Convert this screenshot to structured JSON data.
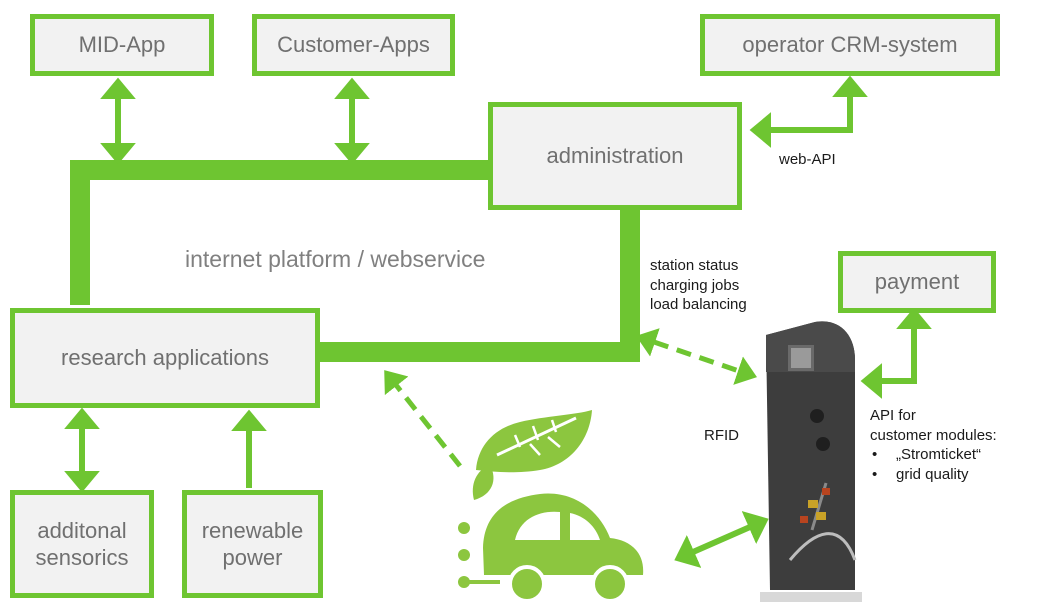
{
  "nodes": {
    "mid_app": "MID-App",
    "customer_apps": "Customer-Apps",
    "operator_crm": "operator CRM-system",
    "administration": "administration",
    "platform": "internet platform / webservice",
    "research": "research applications",
    "payment": "payment",
    "sensorics_line1": "additonal",
    "sensorics_line2": "sensorics",
    "renewable_line1": "renewable",
    "renewable_line2": "power"
  },
  "labels": {
    "web_api": "web-API",
    "status_line1": "station status",
    "status_line2": "charging jobs",
    "status_line3": "load balancing",
    "rfid": "RFID",
    "api_line1": "API for",
    "api_line2": "customer modules:",
    "api_bullets": [
      "„Stromticket“",
      "grid quality"
    ]
  },
  "colors": {
    "green": "#6ec531",
    "box_fill": "#f2f2f2",
    "car": "#8cc63f",
    "station": "#3b3b3b"
  }
}
